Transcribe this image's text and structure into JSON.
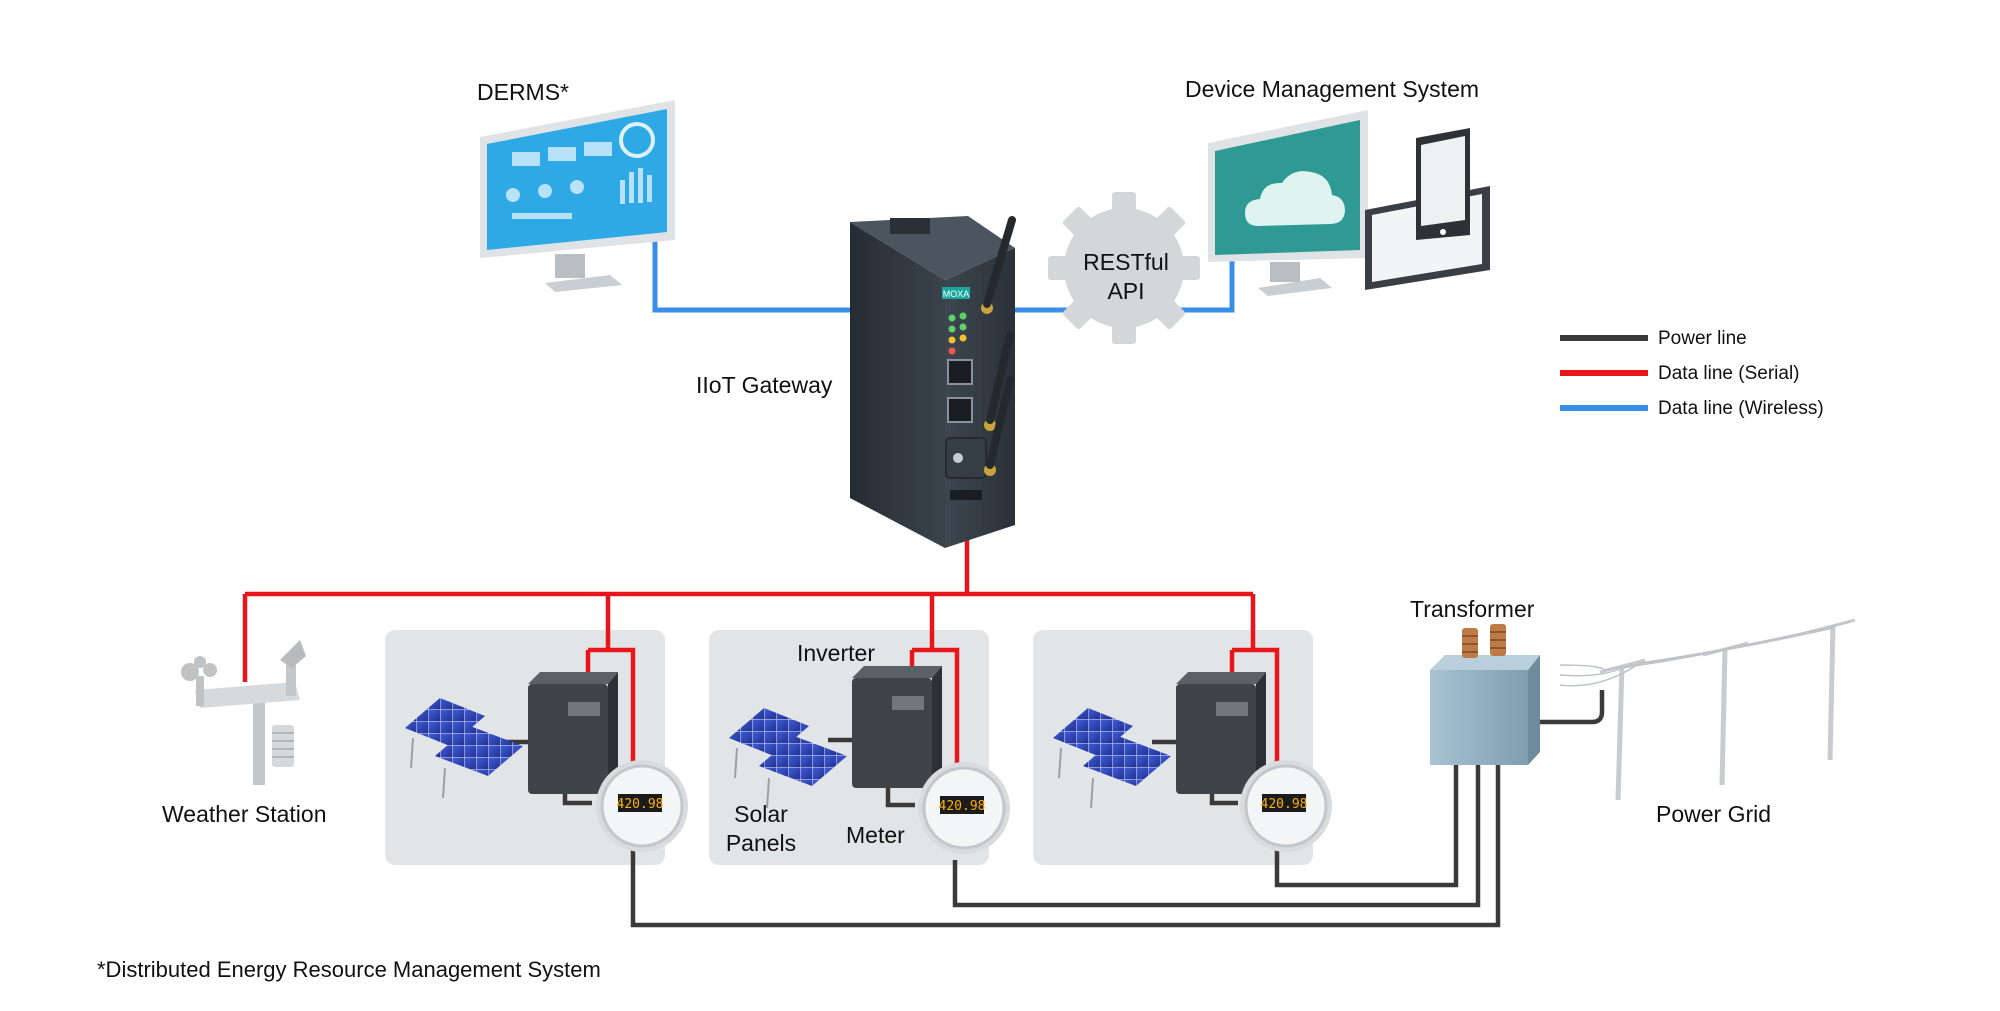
{
  "labels": {
    "derms": "DERMS*",
    "device_mgmt": "Device Management System",
    "gateway": "IIoT Gateway",
    "api_line1": "RESTful",
    "api_line2": "API",
    "weather_station": "Weather Station",
    "inverter": "Inverter",
    "solar_panels_line1": "Solar",
    "solar_panels_line2": "Panels",
    "meter": "Meter",
    "transformer": "Transformer",
    "power_grid": "Power Grid",
    "footnote": "*Distributed Energy Resource Management System",
    "gateway_brand": "MOXA",
    "meter_reading": "420.98"
  },
  "legend": [
    {
      "label": "Power line",
      "color": "#3a3a3a"
    },
    {
      "label": "Data line (Serial)",
      "color": "#e8161b"
    },
    {
      "label": "Data line (Wireless)",
      "color": "#3b8ee8"
    }
  ],
  "colors": {
    "power": "#3a3a3a",
    "serial": "#e8161b",
    "wireless": "#3b8ee8",
    "panel_bg": "#e2e5e8",
    "derms_screen": "#2fa9e6",
    "dms_screen": "#2f9a94"
  },
  "icons": [
    "derms-monitor-icon",
    "device-management-monitor-icon",
    "tablet-icon",
    "phone-icon",
    "cloud-icon",
    "gear-icon",
    "gateway-device-icon",
    "antenna-icon",
    "weather-station-icon",
    "solar-panel-icon",
    "inverter-icon",
    "meter-icon",
    "transformer-icon",
    "power-pole-icon"
  ]
}
